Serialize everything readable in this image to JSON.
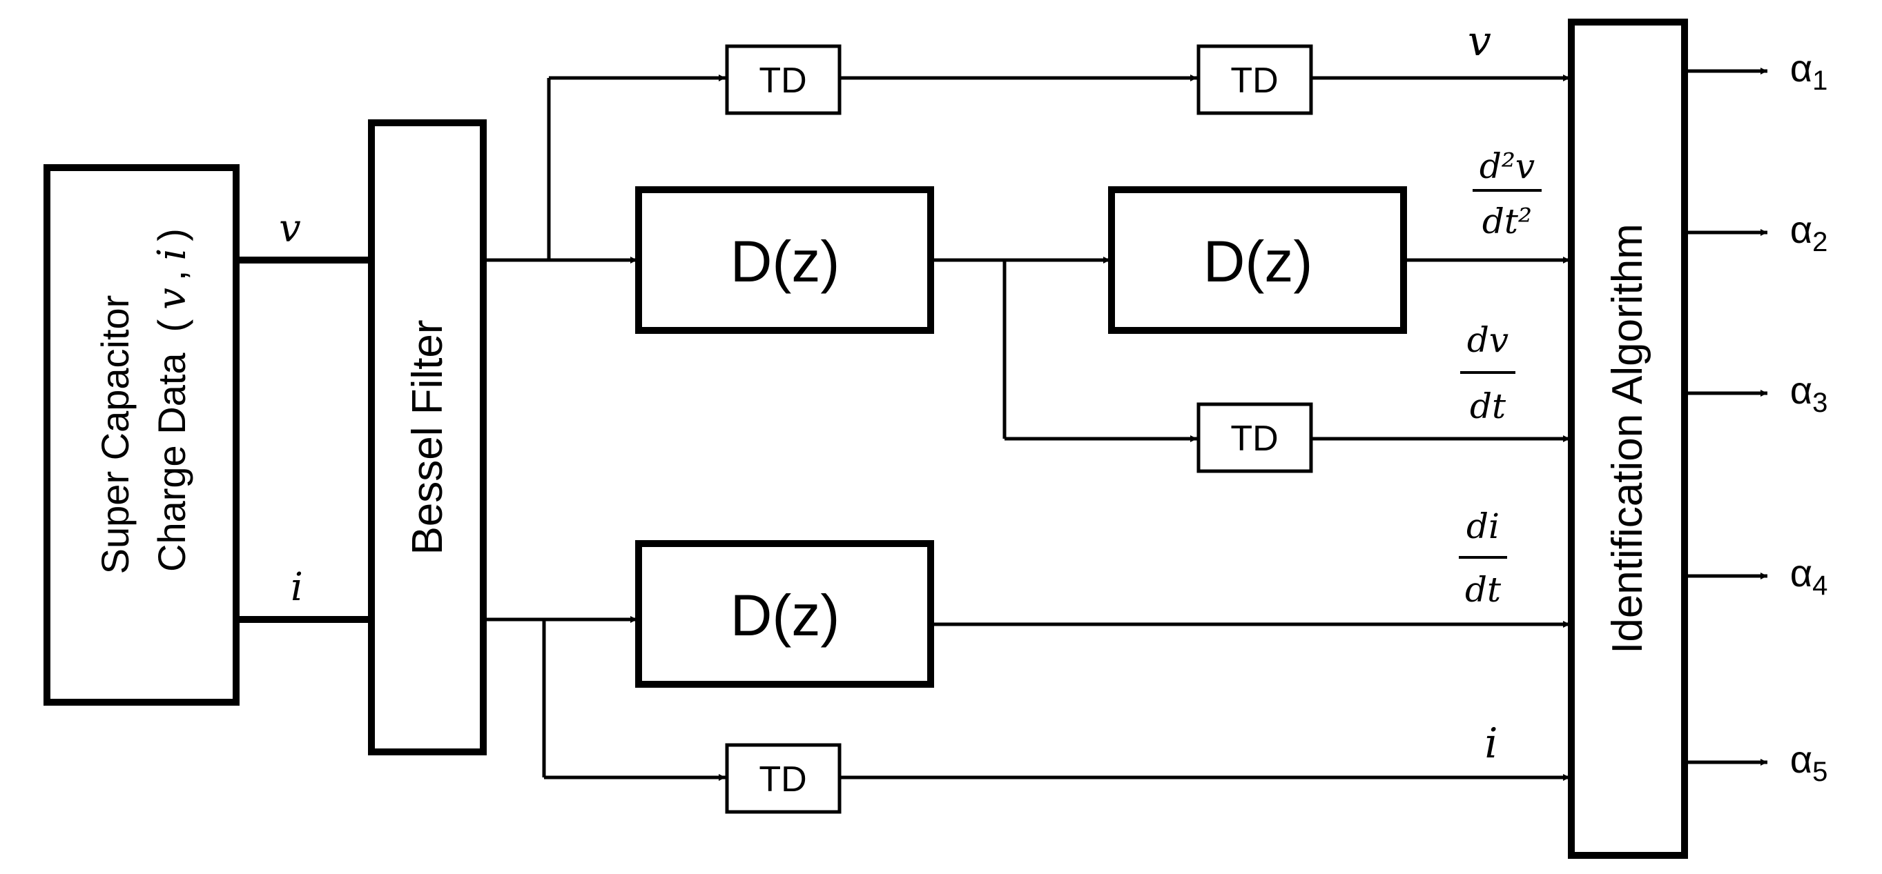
{
  "source_block": {
    "line1": "Super Capacitor",
    "line2": "Charge Data",
    "vars_open": "(",
    "var_v": "v",
    "comma": ",",
    "var_i": "i",
    "vars_close": ")"
  },
  "bessel_filter": {
    "label": "Bessel  Filter"
  },
  "identification": {
    "label": "Identification Algorithm"
  },
  "inputs": {
    "v": "v",
    "i": "i"
  },
  "blocks": {
    "td": "TD",
    "dz": "D(z)"
  },
  "signals": {
    "v": "v",
    "d2v_num": "d²v",
    "d2v_den": "dt²",
    "dv_num": "dv",
    "dv_den": "dt",
    "di_num": "di",
    "di_den": "dt",
    "i": "i"
  },
  "outputs": [
    {
      "symbol": "α",
      "sub": "1"
    },
    {
      "symbol": "α",
      "sub": "2"
    },
    {
      "symbol": "α",
      "sub": "3"
    },
    {
      "symbol": "α",
      "sub": "4"
    },
    {
      "symbol": "α",
      "sub": "5"
    }
  ]
}
